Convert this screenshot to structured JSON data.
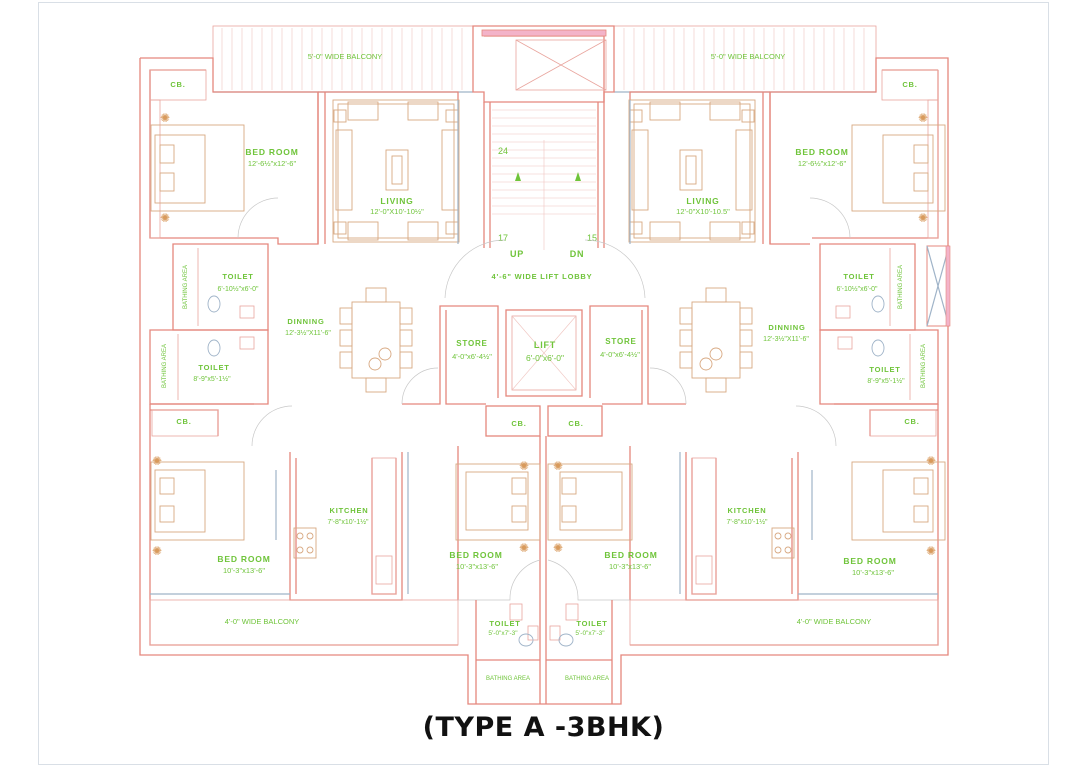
{
  "title": "(TYPE A -3BHK)",
  "colors": {
    "walls": "#e5877d",
    "labels": "#6fc43a",
    "furniture": "#d8a982",
    "background": "#ffffff"
  },
  "rooms": {
    "balcony_top_left": "5'-0\" WIDE BALCONY",
    "balcony_top_right": "5'-0\" WIDE BALCONY",
    "cb_top_left": "CB.",
    "cb_top_right": "CB.",
    "bed_top_left": {
      "name": "BED ROOM",
      "size": "12'-6½\"x12'-6\""
    },
    "bed_top_right": {
      "name": "BED ROOM",
      "size": "12'-6½\"x12'-6\""
    },
    "living_left": {
      "name": "LIVING",
      "size": "12'-0\"X10'-10½\""
    },
    "living_right": {
      "name": "LIVING",
      "size": "12'-0\"X10'-10.5\""
    },
    "stair": {
      "top": "24",
      "left": "17",
      "right": "15",
      "up": "UP",
      "dn": "DN"
    },
    "lobby": "4'-6\" WIDE LIFT LOBBY",
    "toilet_left_top": {
      "name": "TOILET",
      "size": "6'-10½\"x6'-0\""
    },
    "toilet_right_top": {
      "name": "TOILET",
      "size": "6'-10½\"x6'-0\""
    },
    "bathing_area": "BATHING AREA",
    "toilet_left_bottom": {
      "name": "TOILET",
      "size": "8'-9\"x5'-1½\""
    },
    "toilet_right_bottom": {
      "name": "TOILET",
      "size": "8'-9\"x5'-1½\""
    },
    "dinning_left": {
      "name": "DINNING",
      "size": "12'-3½\"X11'-6\""
    },
    "dinning_right": {
      "name": "DINNING",
      "size": "12'-3½\"X11'-6\""
    },
    "store_left": {
      "name": "STORE",
      "size": "4'-0\"x6'-4½\""
    },
    "store_right": {
      "name": "STORE",
      "size": "4'-0\"x6'-4½\""
    },
    "lift": {
      "name": "LIFT",
      "size": "6'-0\"x6'-0\""
    },
    "cb_mid_left": "CB.",
    "cb_mid_right": "CB.",
    "cb_low_left": "CB.",
    "cb_low_right": "CB.",
    "kitchen_left": {
      "name": "KITCHEN",
      "size": "7'-8\"x10'-1½\""
    },
    "kitchen_right": {
      "name": "KITCHEN",
      "size": "7'-8\"x10'-1½\""
    },
    "bed_bottom_left": {
      "name": "BED ROOM",
      "size": "10'-3\"x13'-6\""
    },
    "bed_bottom_mid_left": {
      "name": "BED ROOM",
      "size": "10'-3\"x13'-6\""
    },
    "bed_bottom_mid_right": {
      "name": "BED ROOM",
      "size": "10'-3\"x13'-6\""
    },
    "bed_bottom_right": {
      "name": "BED ROOM",
      "size": "10'-3\"x13'-6\""
    },
    "balcony_bottom_left": "4'-0\" WIDE BALCONY",
    "balcony_bottom_right": "4'-0\" WIDE BALCONY",
    "toilet_bottom_left": {
      "name": "TOILET",
      "size": "5'-0\"x7'-3\""
    },
    "toilet_bottom_right": {
      "name": "TOILET",
      "size": "5'-0\"x7'-3\""
    },
    "bathing_bottom_left": "BATHING AREA",
    "bathing_bottom_right": "BATHING AREA"
  }
}
